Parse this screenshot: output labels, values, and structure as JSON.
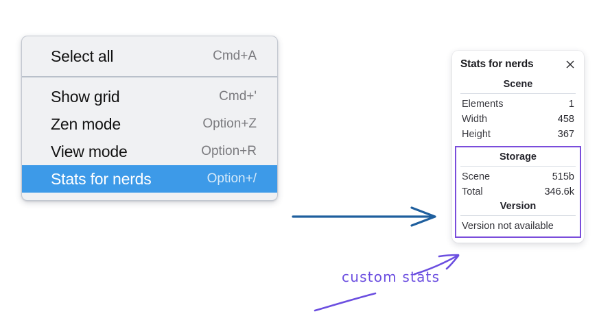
{
  "canvas": {
    "background": "#ffffff"
  },
  "context_menu": {
    "groups": [
      {
        "items": [
          {
            "label": "Select all",
            "shortcut": "Cmd+A",
            "selected": false
          }
        ]
      },
      {
        "items": [
          {
            "label": "Show grid",
            "shortcut": "Cmd+'",
            "selected": false
          },
          {
            "label": "Zen mode",
            "shortcut": "Option+Z",
            "selected": false
          },
          {
            "label": "View mode",
            "shortcut": "Option+R",
            "selected": false
          },
          {
            "label": "Stats for nerds",
            "shortcut": "Option+/",
            "selected": true
          }
        ]
      }
    ],
    "highlight_color": "#3d9ae8",
    "background": "#f0f1f3"
  },
  "stats_panel": {
    "title": "Stats for nerds",
    "close_icon": "close-icon",
    "sections": [
      {
        "name": "Scene",
        "rows": [
          {
            "key": "Elements",
            "value": "1"
          },
          {
            "key": "Width",
            "value": "458"
          },
          {
            "key": "Height",
            "value": "367"
          }
        ]
      },
      {
        "name": "Storage",
        "rows": [
          {
            "key": "Scene",
            "value": "515b"
          },
          {
            "key": "Total",
            "value": "346.6k"
          }
        ]
      },
      {
        "name": "Version",
        "text": "Version not available"
      }
    ],
    "highlight_border_color": "#7a4ddb"
  },
  "annotations": {
    "blue_arrow": {
      "color": "#1f5f9e",
      "name": "blue-arrow"
    },
    "purple_arrow": {
      "color": "#6b4ee0",
      "name": "purple-arrow"
    },
    "hand_label": "custom stats"
  }
}
